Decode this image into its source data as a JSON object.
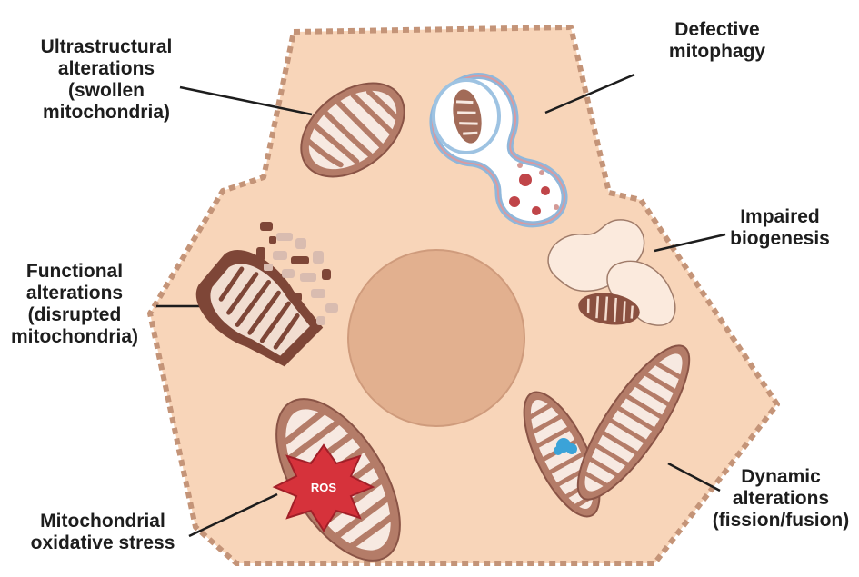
{
  "labels": {
    "ultrastructural": [
      "Ultrastructural",
      "alterations",
      "(swollen",
      "mitochondria)"
    ],
    "mitophagy": [
      "Defective",
      "mitophagy"
    ],
    "biogenesis": [
      "Impaired",
      "biogenesis"
    ],
    "functional": [
      "Functional",
      "alterations",
      "(disrupted",
      "mitochondria)"
    ],
    "dynamic": [
      "Dynamic",
      "alterations",
      "(fission/fusion)"
    ],
    "oxidative": [
      "Mitochondrial",
      "oxidative stress"
    ]
  },
  "ros_label": "ROS",
  "colors": {
    "cytoplasm": "#f8d5b9",
    "membrane": "#c49478",
    "nucleus": "#e2b08f",
    "mito_outer": "#b47c68",
    "mito_inner": "#f7e9e1",
    "mito_dark": "#6b3a30",
    "ros_star": "#d6323b",
    "fusion_point": "#3ba3d8",
    "label_text": "#1d1d1d"
  }
}
